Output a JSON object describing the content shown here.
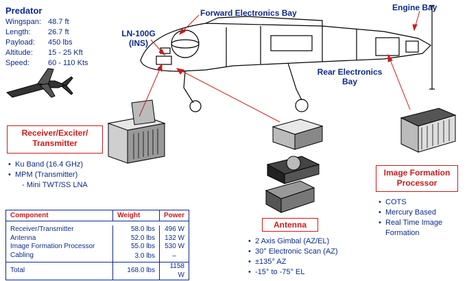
{
  "predator": {
    "title": "Predator",
    "specs": [
      {
        "key": "Wingspan:",
        "value": "48.7 ft"
      },
      {
        "key": "Length:",
        "value": "26.7 ft"
      },
      {
        "key": "Payload:",
        "value": "450 lbs"
      },
      {
        "key": "Altitude:",
        "value": "15 - 25 Kft"
      },
      {
        "key": "Speed:",
        "value": "60 - 110 Kts"
      }
    ]
  },
  "callouts": {
    "forward_bay": "Forward Electronics Bay",
    "engine_bay": "Engine Bay",
    "ln100g_line1": "LN-100G",
    "ln100g_line2": "(INS)",
    "rear_bay_line1": "Rear Electronics",
    "rear_bay_line2": "Bay"
  },
  "rex": {
    "line1": "Receiver/Exciter/",
    "line2": "Transmitter",
    "bullets": [
      "Ku Band (16.4 GHz)",
      "MPM (Transmitter)"
    ],
    "sub_bullet": "- Mini TWT/SS LNA"
  },
  "antenna": {
    "label": "Antenna",
    "bullets": [
      "2 Axis Gimbal (AZ/EL)",
      "30° Electronic Scan (AZ)",
      "±135° AZ",
      "-15° to -75° EL"
    ]
  },
  "ifp": {
    "line1": "Image Formation",
    "line2": "Processor",
    "bullets": [
      "COTS",
      "Mercury Based",
      "Real Time Image"
    ],
    "bullet3_cont": "Formation"
  },
  "table": {
    "headers": [
      "Component",
      "Weight",
      "Power"
    ],
    "rows": [
      [
        "Receiver/Transmitter",
        "58.0 lbs",
        "496 W"
      ],
      [
        "Antenna",
        "52.0 lbs",
        "132 W"
      ],
      [
        "Image Formation Processor",
        "55.0 lbs",
        "530 W"
      ],
      [
        "Cabling",
        "3.0 lbs",
        "–"
      ]
    ],
    "total": [
      "Total",
      "168.0 lbs",
      "1158 W"
    ]
  },
  "colors": {
    "navy": "#0b2a8a",
    "red": "#cc1a1a"
  }
}
